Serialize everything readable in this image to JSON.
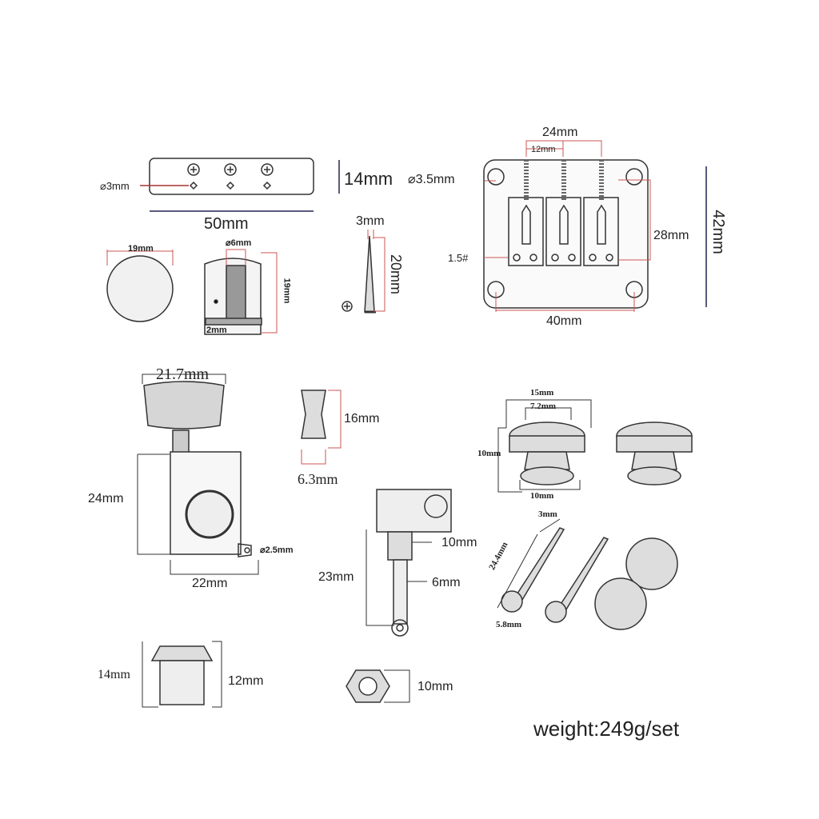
{
  "nut": {
    "hole_dia": "⌀3mm",
    "height": "14mm",
    "width": "50mm"
  },
  "knob": {
    "diameter": "19mm",
    "bore": "⌀6mm",
    "height": "19mm",
    "setscrew": "2mm"
  },
  "wood_screw": {
    "diameter": "3mm",
    "length": "20mm"
  },
  "bridge": {
    "outer_spacing": "24mm",
    "string_spacing": "12mm",
    "hole_dia": "⌀3.5mm",
    "screw_size": "1.5#",
    "saddle_height": "28mm",
    "height": "42mm",
    "width": "40mm"
  },
  "tuner": {
    "button_width": "21.7mm",
    "height": "24mm",
    "mount_hole": "⌀2.5mm",
    "width": "22mm"
  },
  "string_tree": {
    "height": "16mm",
    "width": "6.3mm"
  },
  "strap_button": {
    "top_dia": "15mm",
    "hole_dia": "7.2mm",
    "height": "10mm",
    "base_dia": "10mm"
  },
  "strap_screw": {
    "diameter": "3mm",
    "length": "24.4mm",
    "head_dia": "5.8mm"
  },
  "bushing": {
    "head": "10mm",
    "length": "23mm",
    "shaft": "6mm"
  },
  "ferrule": {
    "height": "14mm",
    "body": "12mm"
  },
  "hex_nut": {
    "size": "10mm"
  },
  "weight_label": "weight:249g/set"
}
